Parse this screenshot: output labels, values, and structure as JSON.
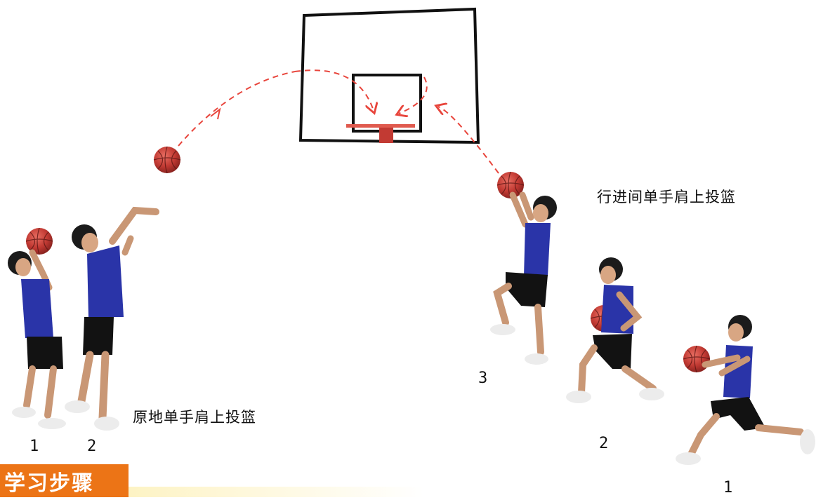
{
  "captions": {
    "stationary": "原地单手肩上投篮",
    "moving": "行进间单手肩上投篮"
  },
  "numbers": {
    "stationary_1": "1",
    "stationary_2": "2",
    "moving_1": "1",
    "moving_2": "2",
    "moving_3": "3"
  },
  "section_tab": {
    "label": "学习步骤"
  },
  "colors": {
    "trajectory": "#e8453c",
    "rim": "#d9534f",
    "ball": "#c8413a",
    "jersey": "#2a34a8",
    "tab": "#ec7416"
  },
  "icons": [
    "basketball",
    "backboard",
    "hoop",
    "player-figure"
  ]
}
